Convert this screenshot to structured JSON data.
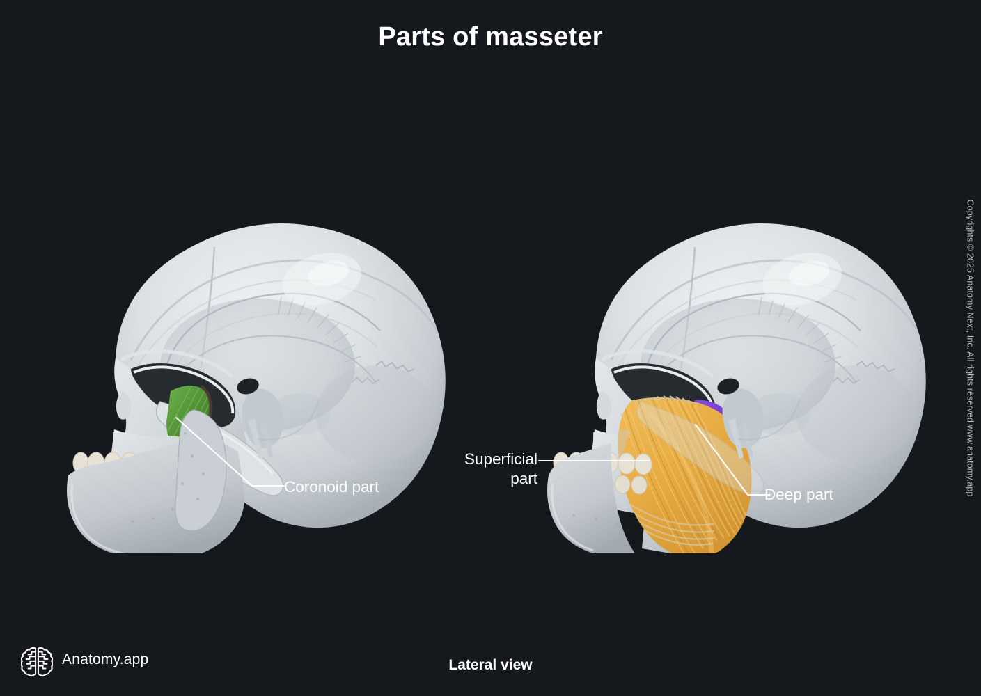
{
  "title": "Parts of masseter",
  "view_caption": "Lateral view",
  "copyright": "Copyrights © 2025 Anatomy Next, Inc. All rights reserved www.anatomy.app",
  "logo": {
    "icon": "brain-icon",
    "text": "Anatomy.app"
  },
  "background_color": "#15191e",
  "figures": [
    {
      "id": "left-skull",
      "description": "Lateral view of human skull with coronoid part of masseter highlighted",
      "highlights": [
        {
          "name": "Coronoid part",
          "color": "#5a9c3c"
        }
      ]
    },
    {
      "id": "right-skull",
      "description": "Lateral view of human skull with superficial and deep parts of masseter shown",
      "highlights": [
        {
          "name": "Superficial part",
          "color": "#e8ac43"
        },
        {
          "name": "Deep part",
          "color": "#7b3fd4"
        }
      ]
    }
  ],
  "labels": {
    "coronoid": "Coronoid part",
    "superficial": "Superficial\npart",
    "deep": "Deep part"
  },
  "colors": {
    "bone": "#cfd4d8",
    "bone_light": "#e6eaec",
    "bone_shadow": "#9aa2a8",
    "teeth": "#e8e2d4",
    "coronoid_green": "#5a9c3c",
    "superficial_orange": "#e8ac43",
    "deep_purple": "#7b3fd4",
    "text": "#ffffff",
    "leader": "#ffffff"
  }
}
